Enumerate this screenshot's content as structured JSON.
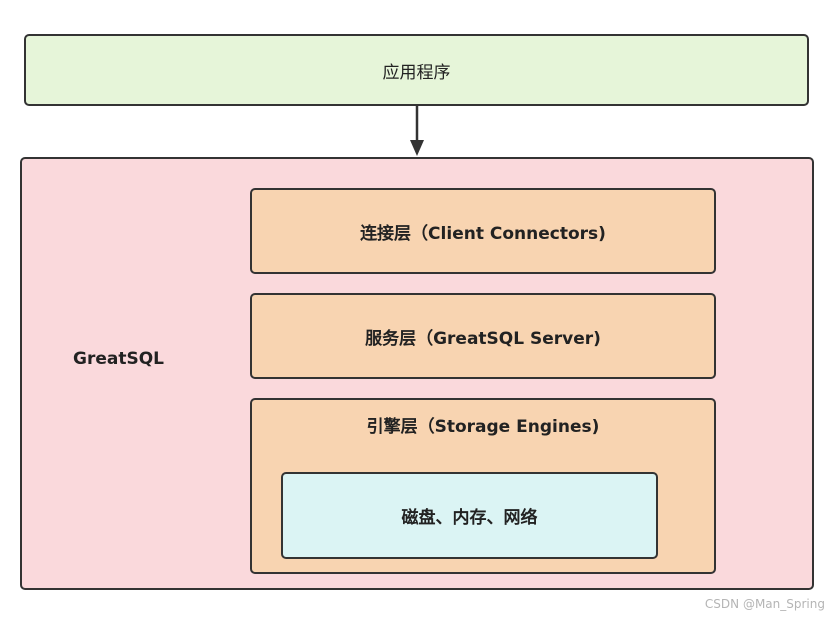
{
  "diagram": {
    "app_label": "应用程序",
    "system_label": "GreatSQL",
    "layers": {
      "connectors": "连接层（Client Connectors)",
      "server": "服务层（GreatSQL Server)",
      "engines": "引擎层（Storage Engines)"
    },
    "storage_label": "磁盘、内存、网络"
  },
  "watermark": "CSDN @Man_Spring",
  "colors": {
    "app_fill": "#e6f5d9",
    "system_fill": "#fad9dc",
    "layer_fill": "#f8d4b1",
    "storage_fill": "#dbf4f4",
    "border": "#333333"
  }
}
